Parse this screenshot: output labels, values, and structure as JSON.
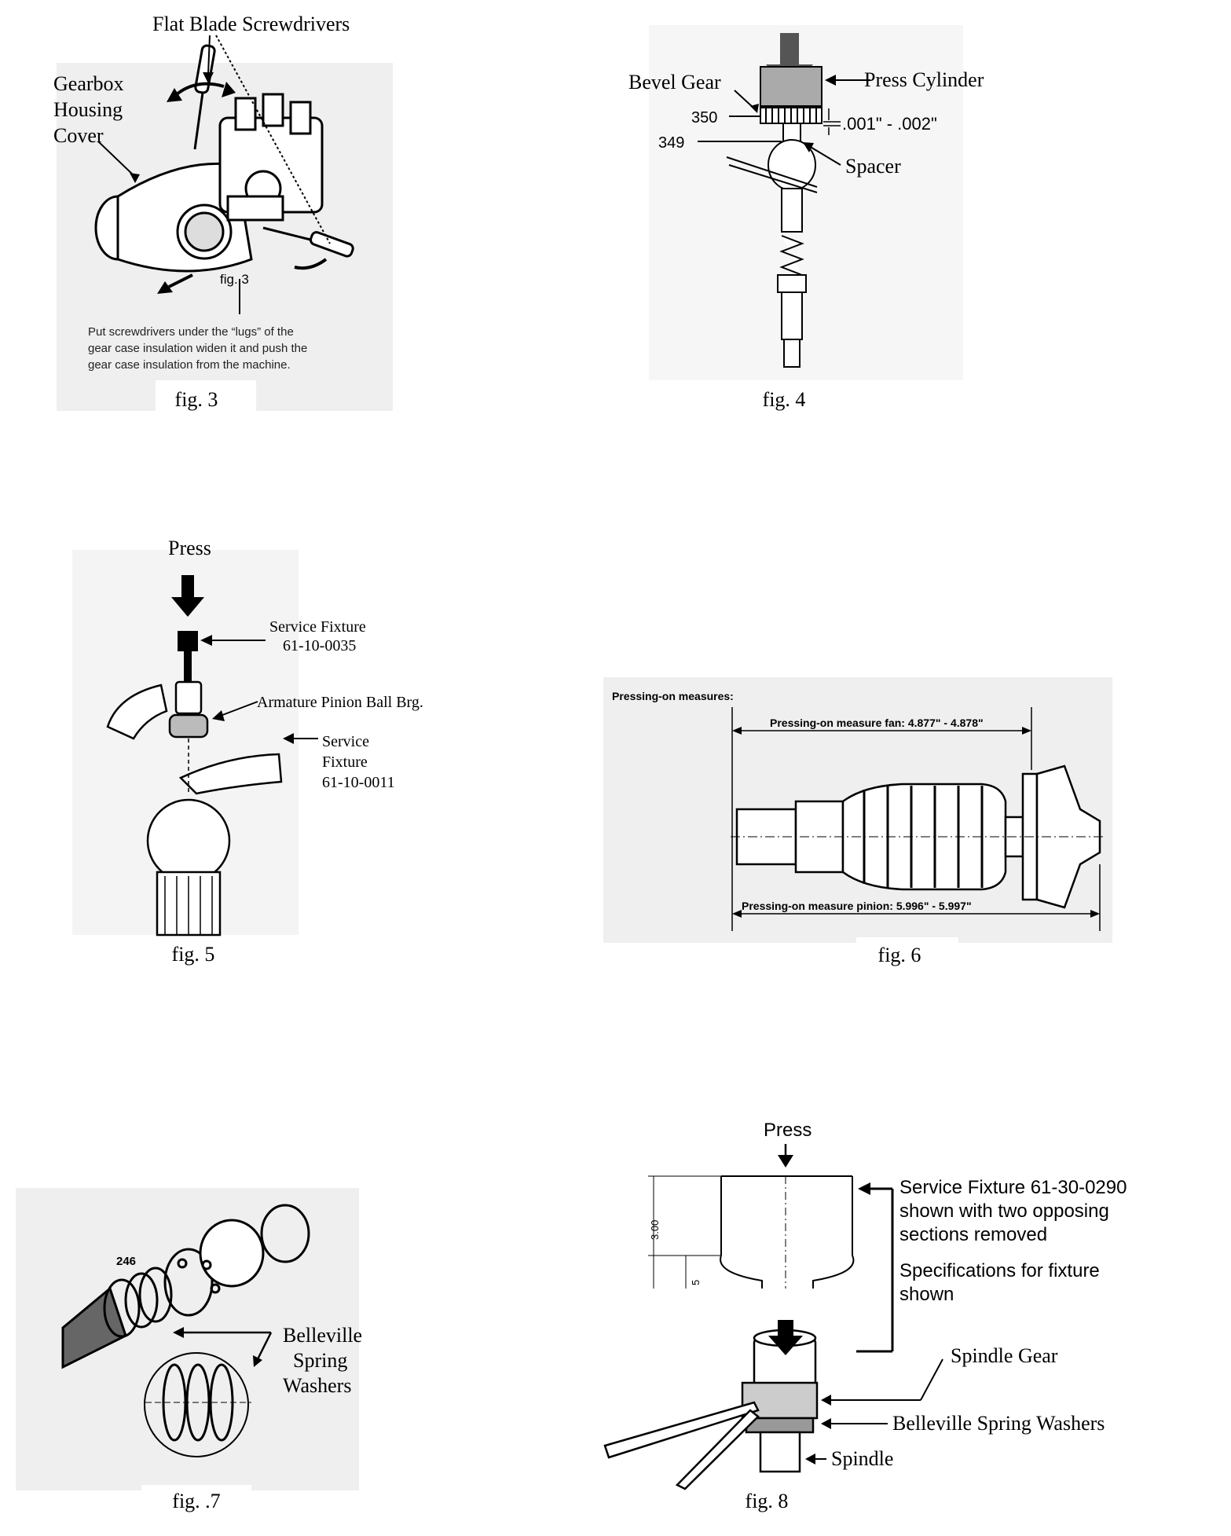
{
  "fig3": {
    "caption": "fig. 3",
    "label_screwdrivers": "Flat Blade Screwdrivers",
    "label_cover_1": "Gearbox",
    "label_cover_2": "Housing",
    "label_cover_3": "Cover",
    "inner_fig": "fig. 3",
    "note_1": "Put screwdrivers under the “lugs” of the",
    "note_2": "gear case insulation widen it and push the",
    "note_3": "gear case insulation from the machine."
  },
  "fig4": {
    "caption": "fig. 4",
    "label_bevel_gear": "Bevel Gear",
    "label_press_cylinder": "Press Cylinder",
    "label_350": "350",
    "label_349": "349",
    "label_gap": ".001\" - .002\"",
    "label_spacer": "Spacer"
  },
  "fig5": {
    "caption": "fig. 5",
    "label_press": "Press",
    "label_fixture_a_1": "Service Fixture",
    "label_fixture_a_2": "61-10-0035",
    "label_bearing": "Armature Pinion Ball Brg.",
    "label_fixture_b_1": "Service",
    "label_fixture_b_2": "Fixture",
    "label_fixture_b_3": "61-10-0011"
  },
  "fig6": {
    "caption": "fig. 6",
    "heading": "Pressing-on measures:",
    "fan_measure": "Pressing-on measure fan:  4.877\"   -   4.878\"",
    "pinion_measure": "Pressing-on measure pinion:   5.996\"   -   5.997\""
  },
  "fig7": {
    "caption": "fig. .7",
    "label_246": "246",
    "label_washers_1": "Belleville",
    "label_washers_2": "Spring",
    "label_washers_3": "Washers"
  },
  "fig8": {
    "caption": "fig. 8",
    "label_press": "Press",
    "label_fixture_1": "Service Fixture  61-30-0290",
    "label_fixture_2": "shown with two opposing",
    "label_fixture_3": "sections removed",
    "label_spec_1": "Specifications for fixture",
    "label_spec_2": "shown",
    "label_dim_300": "3.00",
    "label_dim_5": "5",
    "label_spindle_gear": "Spindle Gear",
    "label_washers": "Belleville Spring Washers",
    "label_spindle": "Spindle"
  }
}
